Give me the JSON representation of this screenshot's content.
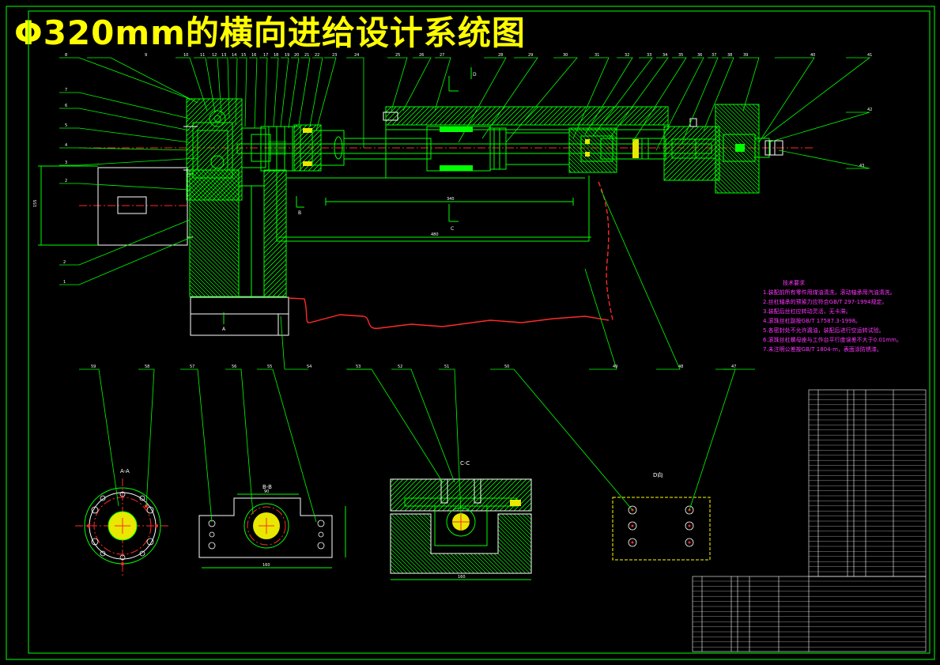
{
  "title": "Φ320mm的横向进给设计系统图",
  "colors": {
    "background": "#000000",
    "title": "#ffff00",
    "lines": "#00ff00",
    "outlines": "#ffffff",
    "centerlines": "#ff2a2a",
    "notes": "#ff33ff"
  },
  "view_labels": {
    "a_a": "A-A",
    "b_b": "B-B",
    "c_c": "C-C",
    "d_view": "D向",
    "marker_a": "A",
    "marker_b": "B",
    "marker_c": "C",
    "marker_d": "D"
  },
  "dimensions": {
    "stroke_total": "480",
    "stroke_mid": "340",
    "side_width": "155",
    "bb_width": "90",
    "bb_total": "160",
    "cc_width": "160"
  },
  "tech_notes": {
    "heading": "技术要求",
    "lines": [
      "1.装配前所有零件用煤油清洗，滚动轴承用汽油清洗。",
      "2.丝杠轴承的预紧力应符合GB/T 297-1994规定。",
      "3.装配后丝杠应转动灵活，无卡滞。",
      "4.滚珠丝杠副按GB/T 17587.3-1998。",
      "5.各密封处不允许漏油，装配后进行空运转试验。",
      "6.滚珠丝杠螺母座与工作台平行度误差不大于0.01mm。",
      "7.未注明公差按GB/T 1804-m，表面涂防锈漆。"
    ]
  }
}
